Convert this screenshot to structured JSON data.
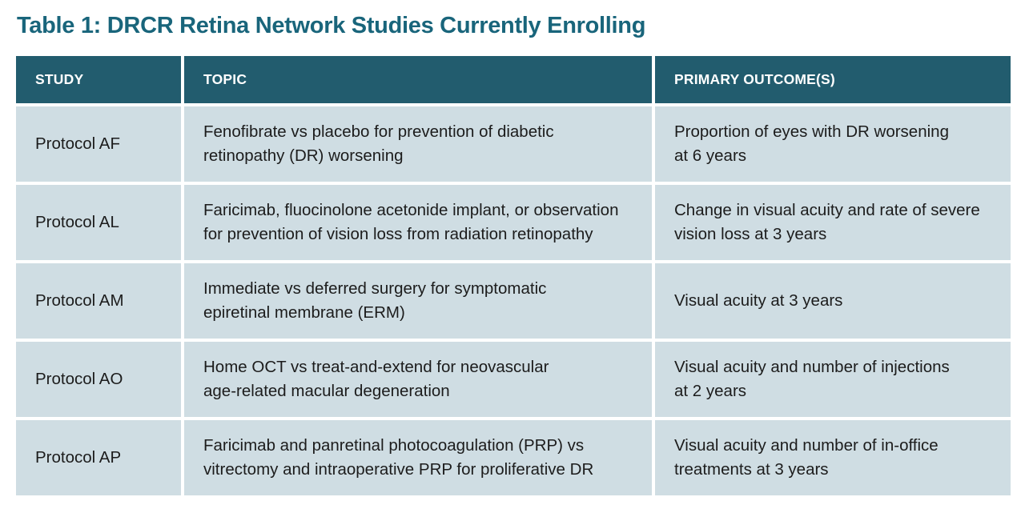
{
  "title": "Table 1: DRCR Retina Network Studies Currently Enrolling",
  "colors": {
    "title_text": "#19657b",
    "header_bg": "#225c6e",
    "header_text": "#ffffff",
    "row_bg": "#cfdde3",
    "body_text": "#1c1c1c",
    "page_bg": "#ffffff"
  },
  "table": {
    "headers": [
      "STUDY",
      "TOPIC",
      "PRIMARY OUTCOME(S)"
    ],
    "rows": [
      {
        "study": "Protocol AF",
        "topic": "Fenofibrate vs placebo for prevention of diabetic\nretinopathy (DR) worsening",
        "outcome": "Proportion of eyes with DR worsening\nat 6 years"
      },
      {
        "study": "Protocol AL",
        "topic": "Faricimab, fluocinolone acetonide implant, or observation\nfor prevention of vision loss from radiation retinopathy",
        "outcome": "Change in visual acuity and rate of severe\nvision loss at 3 years"
      },
      {
        "study": "Protocol AM",
        "topic": "Immediate vs deferred surgery for symptomatic\nepiretinal membrane (ERM)",
        "outcome": "Visual acuity at 3 years"
      },
      {
        "study": "Protocol AO",
        "topic": "Home OCT vs treat-and-extend for neovascular\nage-related macular degeneration",
        "outcome": "Visual acuity and number of injections\nat 2 years"
      },
      {
        "study": "Protocol AP",
        "topic": "Faricimab and panretinal photocoagulation (PRP) vs\nvitrectomy and intraoperative PRP for proliferative DR",
        "outcome": "Visual acuity and number of in-office\ntreatments at 3 years"
      }
    ]
  }
}
